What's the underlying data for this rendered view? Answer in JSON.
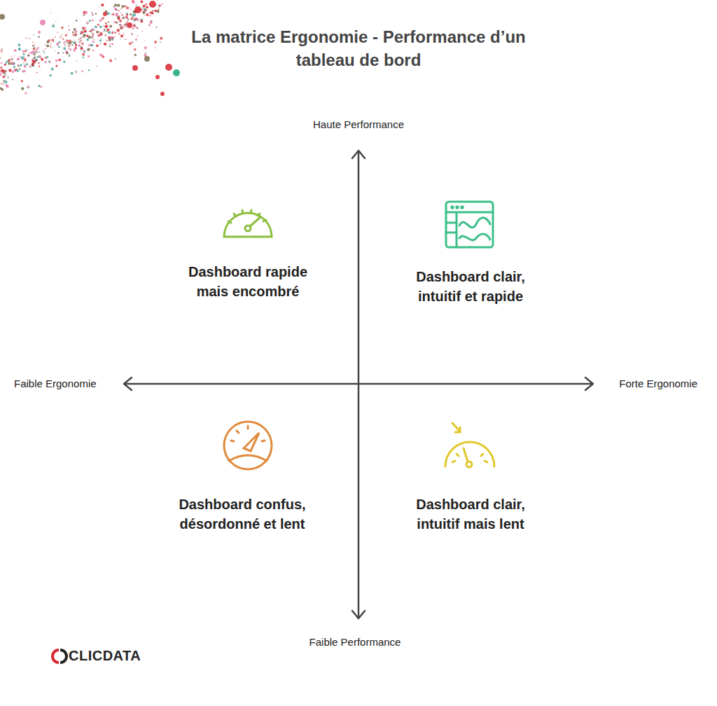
{
  "diagram": {
    "title": "La matrice Ergonomie - Performance d’un tableau de bord",
    "labels": [
      "Haute Performance",
      "Dashboard rapide mais encombré",
      "Dashboard clair, intuitif et rapide",
      "Faible Ergonomie",
      "Forte Ergonomie",
      "Dashboard confus, désordonné et lent",
      "Dashboard clair, intuitif mais lent",
      "Faible Performance",
      "CLICDATA"
    ]
  }
}
